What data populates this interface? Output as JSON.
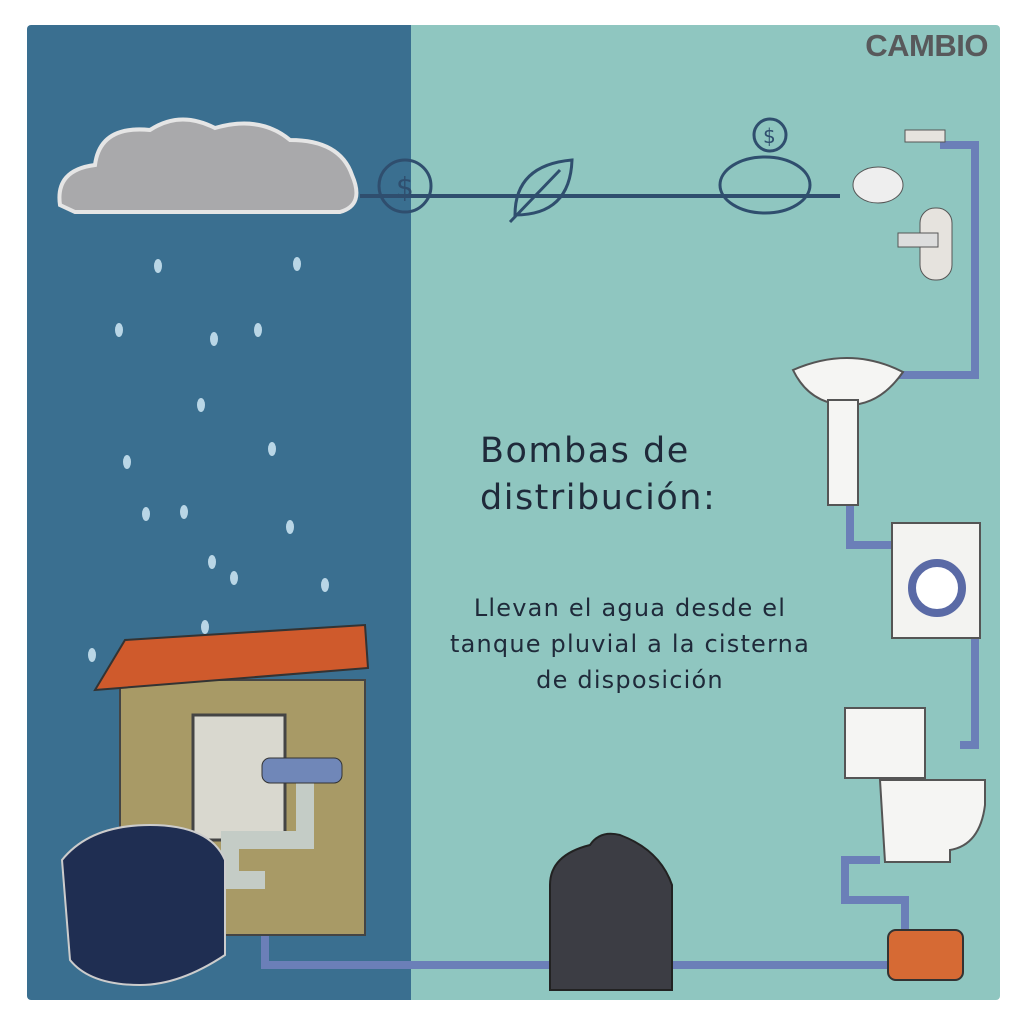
{
  "brand": {
    "logo": "CAMBIO"
  },
  "heading": "Bombas de distribución:",
  "heading_lines": [
    "Bombas de",
    "distribución:"
  ],
  "description": "Llevan el agua desde el tanque pluvial a la cisterna de disposición",
  "colors": {
    "left_bg": "#3a6f90",
    "right_bg": "#8fc6c0",
    "pipe": "#6b7fb8",
    "text": "#1f2a3a"
  },
  "icons": [
    "cloud-icon",
    "money-cycle-icon",
    "leaf-icon",
    "piggy-bank-icon",
    "shower-icon",
    "faucet-handle-icon",
    "sink-icon",
    "washing-machine-icon",
    "toilet-icon",
    "pump-icon",
    "rain-tank-icon",
    "cistern-tank-icon",
    "house-icon"
  ]
}
